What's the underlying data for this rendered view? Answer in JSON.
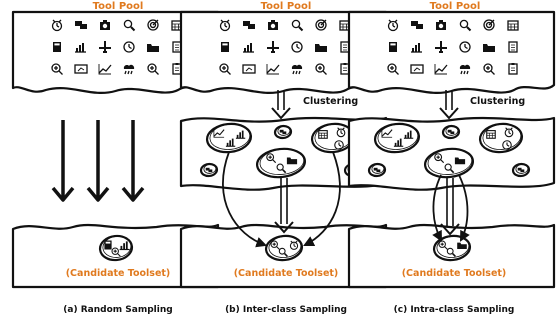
{
  "panels": [
    {
      "id": "a",
      "tool_pool_title": "Tool Pool",
      "candidate_label": "(Candidate Toolset)",
      "caption": "(a) Random Sampling",
      "clustering_label": ""
    },
    {
      "id": "b",
      "tool_pool_title": "Tool Pool",
      "candidate_label": "(Candidate Toolset)",
      "caption": "(b) Inter-class Sampling",
      "clustering_label": "Clustering"
    },
    {
      "id": "c",
      "tool_pool_title": "Tool Pool",
      "candidate_label": "(Candidate Toolset)",
      "caption": "(c) Intra-class Sampling",
      "clustering_label": "Clustering"
    }
  ],
  "tool_grid_icons": [
    [
      "alarm-clock-icon",
      "chat-icon",
      "camera-icon",
      "magnifier-icon",
      "target-icon",
      "calendar-icon"
    ],
    [
      "calculator-icon",
      "bar-chart-icon",
      "airplane-icon",
      "clock-icon",
      "folder-icon",
      "document-icon"
    ],
    [
      "zoom-in-icon",
      "slides-icon",
      "line-chart-icon",
      "rain-cloud-icon",
      "zoom-in-icon",
      "clipboard-icon"
    ]
  ],
  "colors": {
    "title_orange": "#e07a1f",
    "ink": "#111111",
    "arrow_gray": "#555555"
  }
}
